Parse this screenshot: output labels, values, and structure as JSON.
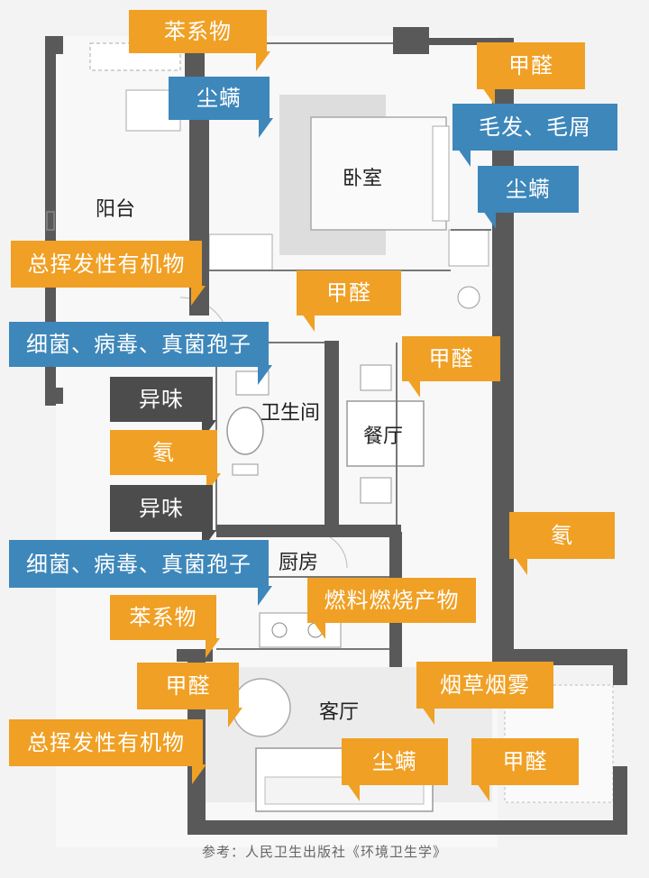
{
  "rooms": {
    "balcony": "阳台",
    "bedroom": "卧室",
    "bathroom": "卫生间",
    "dining": "餐厅",
    "kitchen": "厨房",
    "living": "客厅"
  },
  "callouts": [
    {
      "id": "benzene-top",
      "text": "苯系物",
      "color": "orange"
    },
    {
      "id": "dust-mite-balcony",
      "text": "尘螨",
      "color": "blue"
    },
    {
      "id": "formaldehyde-bedroom",
      "text": "甲醛",
      "color": "orange"
    },
    {
      "id": "hair-dander",
      "text": "毛发、毛屑",
      "color": "blue"
    },
    {
      "id": "dust-mite-bedroom",
      "text": "尘螨",
      "color": "blue"
    },
    {
      "id": "tvoc-balcony",
      "text": "总挥发性有机物",
      "color": "orange"
    },
    {
      "id": "formaldehyde-hall",
      "text": "甲醛",
      "color": "orange"
    },
    {
      "id": "microbes-bathroom",
      "text": "细菌、病毒、真菌孢子",
      "color": "blue"
    },
    {
      "id": "formaldehyde-dining",
      "text": "甲醛",
      "color": "orange"
    },
    {
      "id": "odor-bathroom",
      "text": "异味",
      "color": "gray"
    },
    {
      "id": "radon-bathroom",
      "text": "氡",
      "color": "orange"
    },
    {
      "id": "odor-kitchen",
      "text": "异味",
      "color": "gray"
    },
    {
      "id": "radon-wall",
      "text": "氡",
      "color": "orange"
    },
    {
      "id": "microbes-kitchen",
      "text": "细菌、病毒、真菌孢子",
      "color": "blue"
    },
    {
      "id": "combustion",
      "text": "燃料燃烧产物",
      "color": "orange"
    },
    {
      "id": "benzene-kitchen",
      "text": "苯系物",
      "color": "orange"
    },
    {
      "id": "formaldehyde-living",
      "text": "甲醛",
      "color": "orange"
    },
    {
      "id": "tobacco-smoke",
      "text": "烟草烟雾",
      "color": "orange"
    },
    {
      "id": "tvoc-living",
      "text": "总挥发性有机物",
      "color": "orange"
    },
    {
      "id": "dust-mite-sofa",
      "text": "尘螨",
      "color": "orange"
    },
    {
      "id": "formaldehyde-corner",
      "text": "甲醛",
      "color": "orange"
    }
  ],
  "footnote": "参考：人民卫生出版社《环境卫生学》",
  "colors": {
    "orange": "#f0a024",
    "blue": "#3d87bb",
    "gray": "#4c4c4c",
    "wall": "#595959"
  }
}
